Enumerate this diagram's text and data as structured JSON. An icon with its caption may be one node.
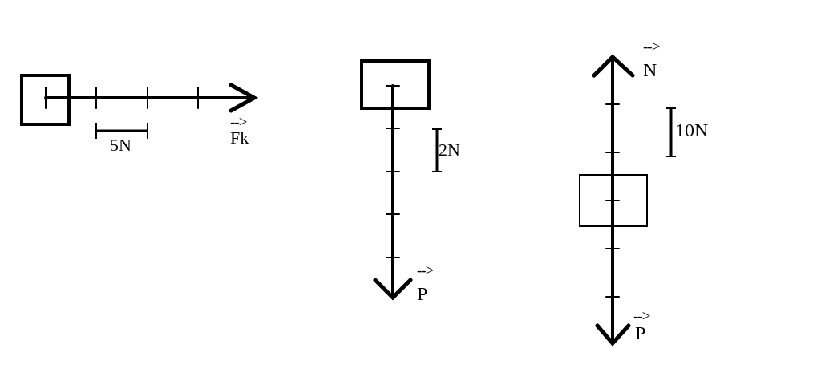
{
  "diagram": {
    "nodes": [
      {
        "text": [],
        "shape": "box"
      },
      {
        "text": [],
        "shape": "box"
      },
      {
        "text": [],
        "shape": "box"
      }
    ],
    "labels": [
      "-->",
      "Fk",
      "5N",
      "2N",
      "-->",
      "P",
      "-->",
      "N",
      "10N",
      "-->",
      "P"
    ]
  }
}
